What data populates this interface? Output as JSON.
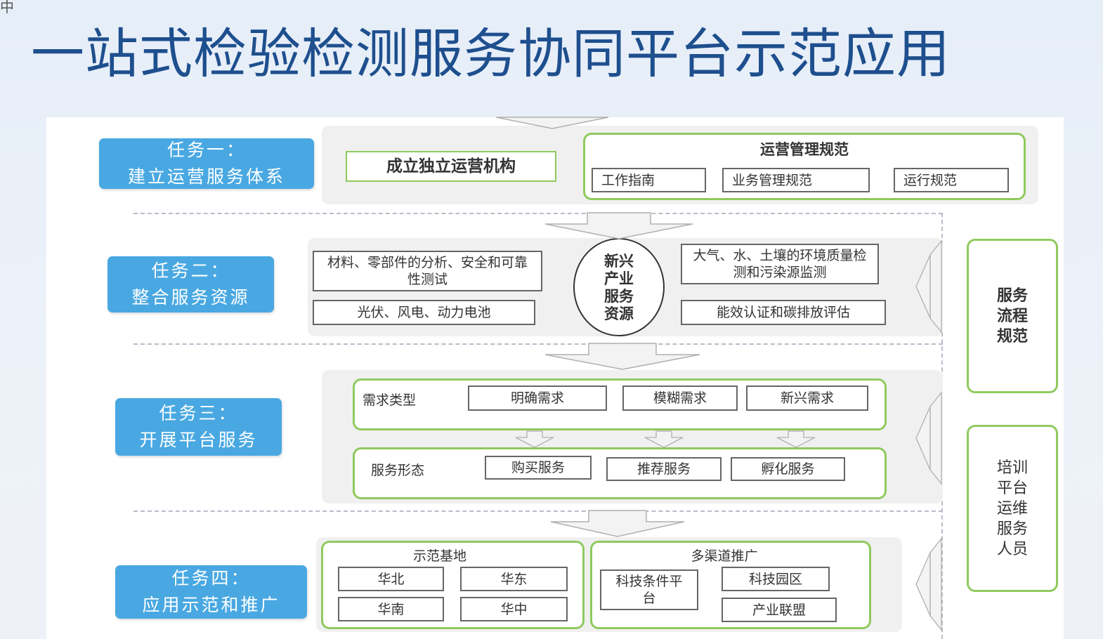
{
  "corner_text": "中",
  "title": "一站式检验检测服务协同平台示范应用",
  "colors": {
    "task_bg": "#49a8e2",
    "green_border": "#8fca5e",
    "title": "#1e4f8e"
  },
  "task1": {
    "line1": "任务一：",
    "line2": "建立运营服务体系",
    "org_box": "成立独立运营机构",
    "spec_title": "运营管理规范",
    "spec_items": [
      "工作指南",
      "业务管理规范",
      "运行规范"
    ]
  },
  "task2": {
    "line1": "任务二：",
    "line2": "整合服务资源",
    "left_items": [
      "材料、零部件的分析、安全和可靠性测试",
      "光伏、风电、动力电池"
    ],
    "center_lines": [
      "新兴",
      "产业",
      "服务",
      "资源"
    ],
    "right_items": [
      "大气、水、土壤的环境质量检测和污染源监测",
      "能效认证和碳排放评估"
    ]
  },
  "task3": {
    "line1": "任务三：",
    "line2": "开展平台服务",
    "demand_label": "需求类型",
    "demand_items": [
      "明确需求",
      "模糊需求",
      "新兴需求"
    ],
    "service_label": "服务形态",
    "service_items": [
      "购买服务",
      "推荐服务",
      "孵化服务"
    ]
  },
  "task4": {
    "line1": "任务四：",
    "line2": "应用示范和推广",
    "base_title": "示范基地",
    "base_items": [
      "华北",
      "华东",
      "华南",
      "华中"
    ],
    "promo_title": "多渠道推广",
    "promo_items": [
      "科技条件平台",
      "科技园区",
      "产业联盟"
    ]
  },
  "side": {
    "flow_lines": [
      "服务",
      "流程",
      "规范"
    ],
    "train_lines": [
      "培训",
      "平台",
      "运维",
      "服务",
      "人员"
    ]
  }
}
